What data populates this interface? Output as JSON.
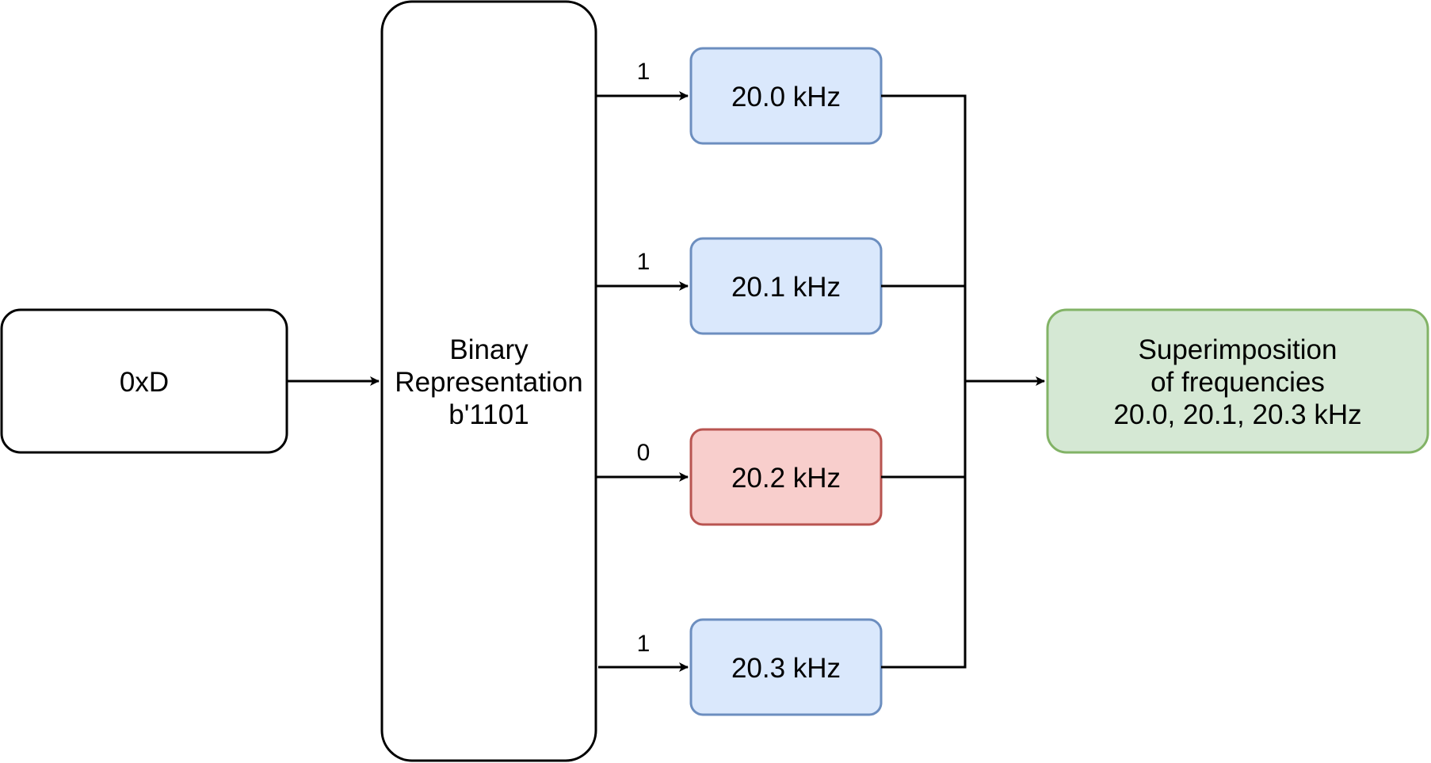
{
  "input_node": {
    "label": "0xD"
  },
  "binary_node": {
    "lines": [
      "Binary",
      "Representation",
      "b'1101"
    ]
  },
  "frequency_nodes": [
    {
      "bit": "1",
      "label": "20.0 kHz",
      "fill": "#dae8fc",
      "stroke": "#6c8ebf"
    },
    {
      "bit": "1",
      "label": "20.1 kHz",
      "fill": "#dae8fc",
      "stroke": "#6c8ebf"
    },
    {
      "bit": "0",
      "label": "20.2 kHz",
      "fill": "#f8cecc",
      "stroke": "#b85450"
    },
    {
      "bit": "1",
      "label": "20.3 kHz",
      "fill": "#dae8fc",
      "stroke": "#6c8ebf"
    }
  ],
  "output_node": {
    "lines": [
      "Superimposition",
      "of frequencies",
      "20.0, 20.1, 20.3 kHz"
    ],
    "fill": "#d5e8d4",
    "stroke": "#82b366"
  }
}
